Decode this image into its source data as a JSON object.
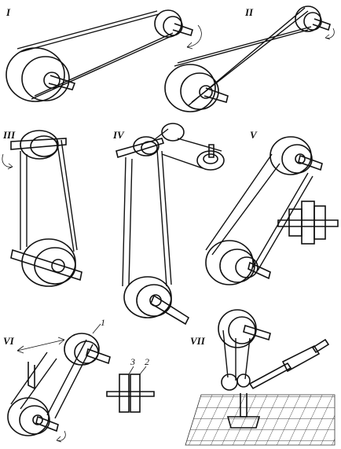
{
  "panels": [
    {
      "id": "I",
      "label": "I"
    },
    {
      "id": "II",
      "label": "II"
    },
    {
      "id": "III",
      "label": "III"
    },
    {
      "id": "IV",
      "label": "IV"
    },
    {
      "id": "V",
      "label": "V"
    },
    {
      "id": "VI",
      "label": "VI"
    },
    {
      "id": "VII",
      "label": "VII"
    }
  ],
  "callouts": {
    "one": "1",
    "two": "2",
    "three": "3"
  }
}
